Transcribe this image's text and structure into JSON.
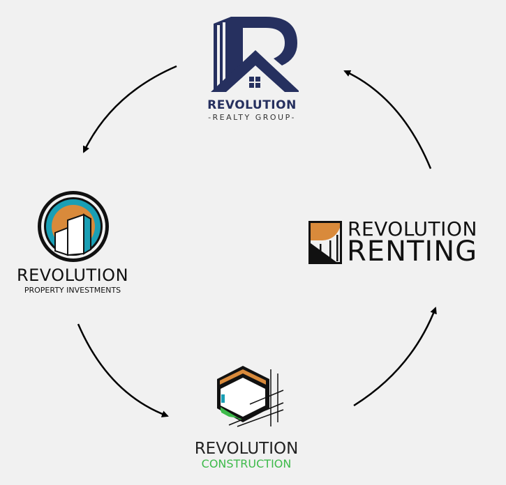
{
  "colors": {
    "navy": "#26305f",
    "orange": "#d98a3b",
    "teal": "#1a9fb5",
    "green": "#3dba4a",
    "black": "#111111",
    "background": "#f1f1f1"
  },
  "nodes": {
    "realty": {
      "title": "REVOLUTION",
      "subtitle": "-REALTY GROUP-"
    },
    "property": {
      "title": "REVOLUTION",
      "subtitle": "PROPERTY INVESTMENTS"
    },
    "construction": {
      "title": "REVOLUTION",
      "subtitle": "CONSTRUCTION"
    },
    "renting": {
      "title": "REVOLUTION",
      "subtitle": "RENTING"
    }
  },
  "cycle_order": [
    "realty",
    "property",
    "construction",
    "renting"
  ]
}
